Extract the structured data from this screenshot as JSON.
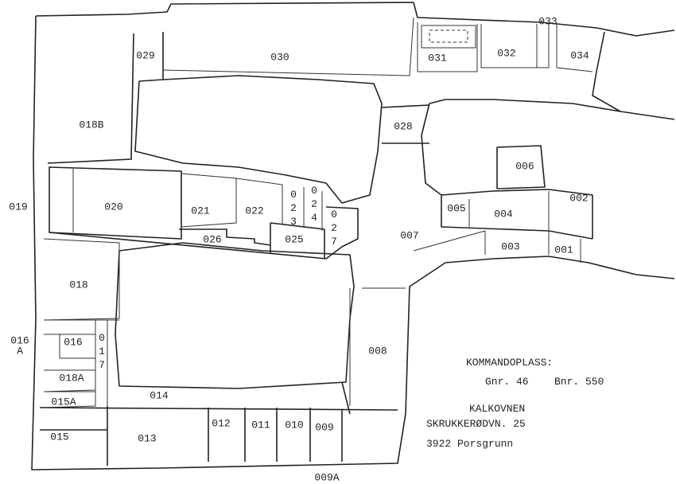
{
  "rooms": [
    "029",
    "030",
    "031",
    "032",
    "033",
    "034",
    "018B",
    "028",
    "006",
    "002",
    "019",
    "020",
    "021",
    "022",
    "023",
    "024",
    "005",
    "004",
    "027",
    "026",
    "025",
    "007",
    "003",
    "001",
    "018",
    "016",
    "016",
    "017",
    "008",
    "018A",
    "014",
    "015A",
    "012",
    "011",
    "010",
    "009",
    "015",
    "013",
    "009A"
  ],
  "room_016_suffix": "A",
  "info": {
    "heading": "KOMMANDOPLASS:",
    "gnr": "Gnr. 46",
    "bnr": "Bnr. 550",
    "name": "KALKOVNEN",
    "street": "SKRUKKERØDVN. 25",
    "city": "3922 Porsgrunn"
  }
}
